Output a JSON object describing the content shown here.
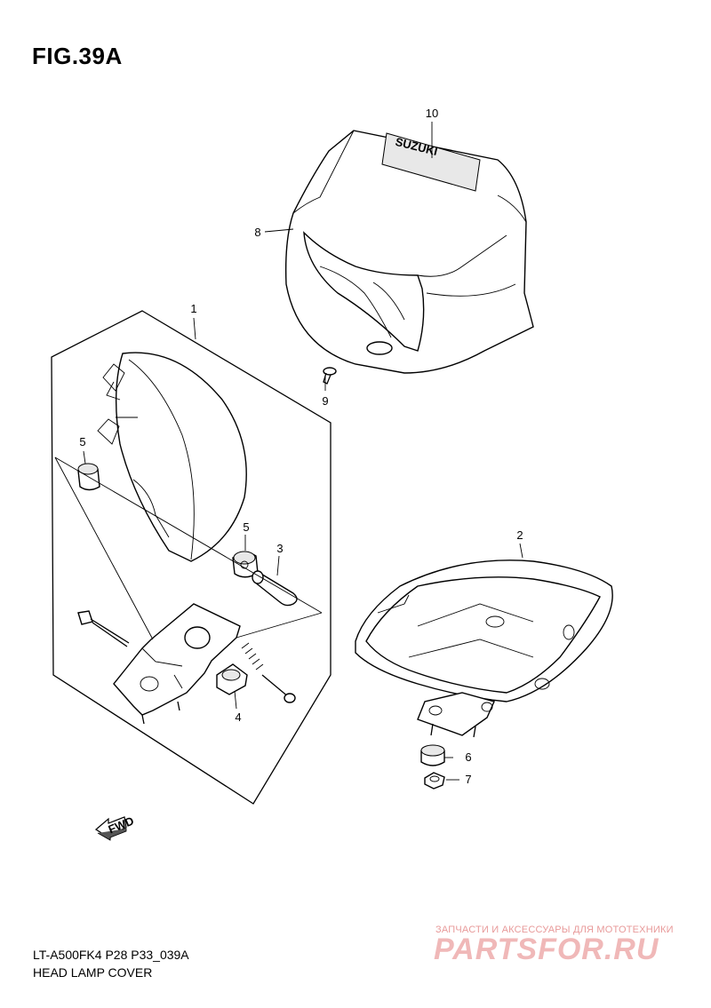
{
  "figure": {
    "title": "FIG.39A"
  },
  "brand_text": "SUZUKI",
  "callouts": [
    {
      "id": "10",
      "label": "10"
    },
    {
      "id": "8",
      "label": "8"
    },
    {
      "id": "9",
      "label": "9"
    },
    {
      "id": "1",
      "label": "1"
    },
    {
      "id": "5a",
      "label": "5"
    },
    {
      "id": "5b",
      "label": "5"
    },
    {
      "id": "3",
      "label": "3"
    },
    {
      "id": "4",
      "label": "4"
    },
    {
      "id": "2",
      "label": "2"
    },
    {
      "id": "6",
      "label": "6"
    },
    {
      "id": "7",
      "label": "7"
    }
  ],
  "fwd_arrow": {
    "label": "FWD",
    "icon": "forward-arrow-icon"
  },
  "footer": {
    "model_code": "LT-A500FK4 P28 P33_039A",
    "part_name": "HEAD LAMP COVER"
  },
  "watermark": {
    "tagline": "ЗАПЧАСТИ И АКСЕССУАРЫ ДЛЯ МОТОТЕХНИКИ",
    "site": "PARTSFOR.RU"
  }
}
